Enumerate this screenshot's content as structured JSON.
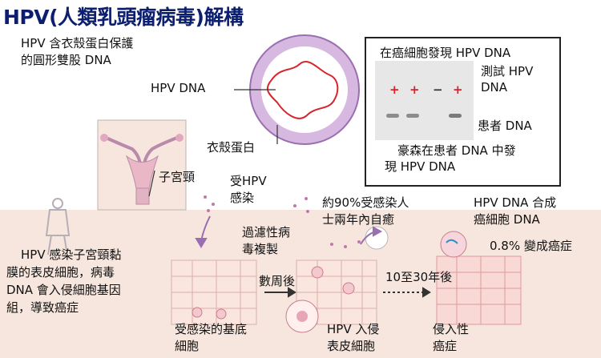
{
  "title": "HPV(人類乳頭瘤病毒)解構",
  "labels": {
    "capsid_desc_1": "HPV 含衣殼蛋白保護",
    "capsid_desc_2": "的圓形雙股 DNA",
    "hpv_dna": "HPV DNA",
    "capsid_protein": "衣殼蛋白",
    "cervix": "子宮頸",
    "infected_1": "受HPV",
    "infected_2": "感染",
    "filter_1": "過濾性病",
    "filter_2": "毒複製",
    "recover_1": "約90%受感染人",
    "recover_2": "士兩年內自癒",
    "merge_1": "HPV DNA 合成",
    "merge_2": "癌細胞 DNA",
    "cancer_rate": "0.8% 變成癌症",
    "infection_1": "HPV 感染子宮頸黏",
    "infection_2": "膜的表皮細胞，病毒",
    "infection_3": "DNA 會入侵細胞基因",
    "infection_4": "組，導致癌症",
    "days_later": "數周後",
    "years_later": "10至30年後",
    "basal_1": "受感染的基底",
    "basal_2": "細胞",
    "invade_1": "HPV 入侵",
    "invade_2": "表皮細胞",
    "invasive_1": "侵入性",
    "invasive_2": "癌症"
  },
  "gel": {
    "found": "在癌細胞發現 HPV DNA",
    "test_1": "測試 HPV",
    "test_2": "DNA",
    "patient_dna": "患者 DNA",
    "result_1": "豪森在患者 DNA 中發",
    "result_2": "現 HPV DNA",
    "signs": [
      "+",
      "+",
      "−",
      "+"
    ]
  },
  "colors": {
    "title": "#0b1f6e",
    "virus": "#a98ab8",
    "dna": "#d8232a",
    "dots": "#b06aa0",
    "tissue": "#f3ddd6"
  }
}
